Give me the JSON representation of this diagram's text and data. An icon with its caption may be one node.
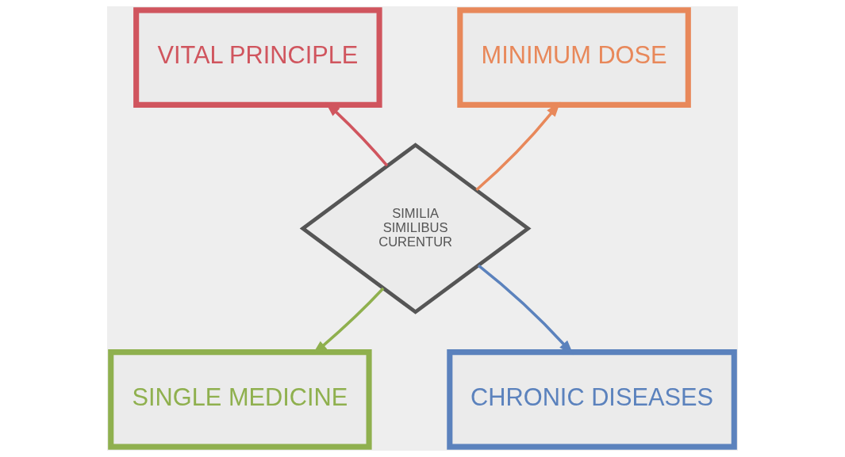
{
  "diagram": {
    "nodes": [
      {
        "text": [
          "VITAL PRINCIPLE"
        ]
      },
      {
        "text": [
          "MINIMUM DOSE"
        ]
      },
      {
        "text": [
          "SIMILIA SIMILIBUS CURENTUR"
        ]
      },
      {
        "text": [
          "SINGLE MEDICINE"
        ]
      },
      {
        "text": [
          "CHRONIC DISEASES"
        ]
      }
    ],
    "edges": [
      {
        "from": 2,
        "to": 0,
        "arrow": "to",
        "color": "#d0555e"
      },
      {
        "from": 2,
        "to": 1,
        "arrow": "to",
        "color": "#e8885a"
      },
      {
        "from": 2,
        "to": 3,
        "arrow": "to",
        "color": "#8fb04e"
      },
      {
        "from": 2,
        "to": 4,
        "arrow": "to",
        "color": "#5b82bd"
      }
    ]
  }
}
